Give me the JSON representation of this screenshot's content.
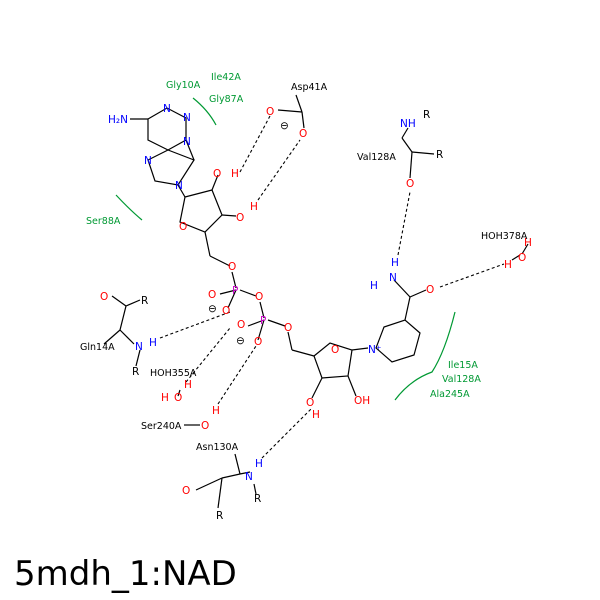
{
  "title": "5mdh_1:NAD",
  "colors": {
    "oxygen": "#ff0000",
    "nitrogen": "#0000ff",
    "phosphorus": "#cc00cc",
    "hydrophobic": "#009933",
    "bond": "#000000"
  },
  "residues": {
    "asp41": "Asp41A",
    "val128": "Val128A",
    "gln14": "Gln14A",
    "hoh378": "HOH378A",
    "hoh355": "HOH355A",
    "ser240": "Ser240A",
    "asn130": "Asn130A"
  },
  "hydrophobic": {
    "gly10": "Gly10A",
    "ile42": "Ile42A",
    "gly87": "Gly87A",
    "ser88": "Ser88A",
    "ile15": "Ile15A",
    "val128": "Val128A",
    "ala245": "Ala245A"
  },
  "atoms": {
    "nh2": "H₂N",
    "N": "N",
    "O": "O",
    "OH": "OH",
    "P": "P",
    "H": "H",
    "R": "R",
    "NH": "NH",
    "Nplus": "N⁺",
    "minus": "⊖",
    "HO": "HO"
  }
}
